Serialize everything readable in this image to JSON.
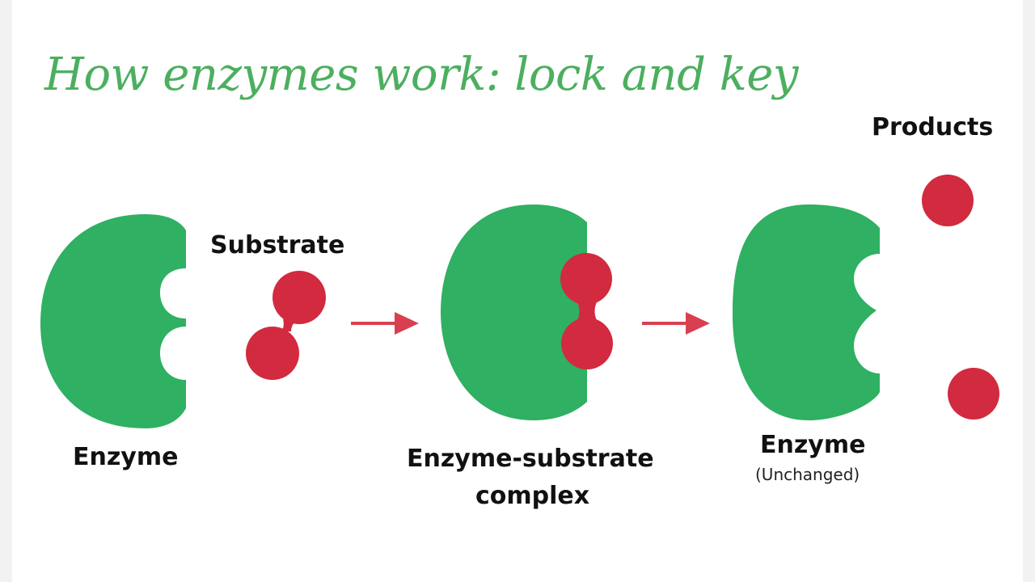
{
  "title": "How enzymes work: lock and key",
  "labels": {
    "enzyme": "Enzyme",
    "substrate": "Substrate",
    "complex_line1": "Enzyme-substrate",
    "complex_line2": "complex",
    "enzyme_after": "Enzyme",
    "unchanged": "(Unchanged)",
    "products": "Products"
  },
  "colors": {
    "enzyme": "#2fb062",
    "substrate": "#d22a3e",
    "arrow": "#d84050",
    "title": "#4caf5f"
  }
}
